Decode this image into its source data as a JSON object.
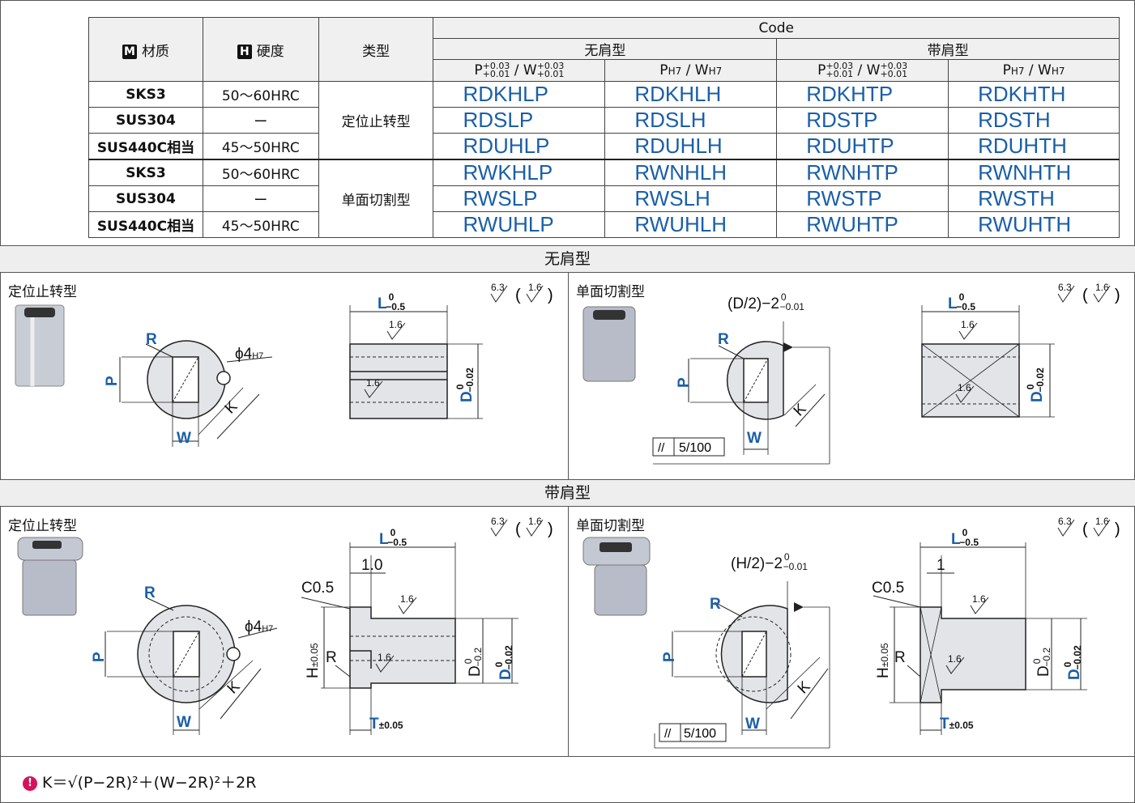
{
  "table": {
    "headers": {
      "material": "材质",
      "material_badge": "M",
      "hardness": "硬度",
      "hardness_badge": "H",
      "type": "类型",
      "code": "Code",
      "no_shoulder": "无肩型",
      "shoulder": "带肩型",
      "col_tol_a": "P / W",
      "col_tol_b": "PH7 / WH7"
    },
    "groups": [
      {
        "type": "定位止转型",
        "rows": [
          {
            "material": "SKS3",
            "hardness": "50～60HRC",
            "codes": [
              "RDKHLP",
              "RDKHLH",
              "RDKHTP",
              "RDKHTH"
            ]
          },
          {
            "material": "SUS304",
            "hardness": "ー",
            "codes": [
              "RDSLP",
              "RDSLH",
              "RDSTP",
              "RDSTH"
            ]
          },
          {
            "material": "SUS440C相当",
            "hardness": "45～50HRC",
            "codes": [
              "RDUHLP",
              "RDUHLH",
              "RDUHTP",
              "RDUHTH"
            ]
          }
        ]
      },
      {
        "type": "单面切割型",
        "rows": [
          {
            "material": "SKS3",
            "hardness": "50～60HRC",
            "codes": [
              "RWKHLP",
              "RWNHLH",
              "RWNHTP",
              "RWNHTH"
            ]
          },
          {
            "material": "SUS304",
            "hardness": "ー",
            "codes": [
              "RWSLP",
              "RWSLH",
              "RWSTP",
              "RWSTH"
            ]
          },
          {
            "material": "SUS440C相当",
            "hardness": "45～50HRC",
            "codes": [
              "RWUHLP",
              "RWUHLH",
              "RWUHTP",
              "RWUHTH"
            ]
          }
        ]
      }
    ]
  },
  "sections": {
    "no_shoulder_title": "无肩型",
    "shoulder_title": "带肩型",
    "positioning": "定位止转型",
    "single_cut": "单面切割型"
  },
  "dims": {
    "R": "R",
    "P": "P",
    "W": "W",
    "K": "K",
    "L": "L",
    "D": "D",
    "H": "H",
    "T": "T",
    "hole": "ϕ4H7",
    "d2": "(D/2)−2",
    "h2": "(H/2)−2",
    "parallel": "5/100",
    "c05": "C0.5",
    "one0": "1.0",
    "one": "1",
    "rough_main": "6.3",
    "rough_local": "1.6",
    "tol_h": "±0.05",
    "tol_t": "±0.05"
  },
  "formula": "K＝√(P−2R)²＋(W−2R)²＋2R",
  "colors": {
    "accent": "#1a5fa8",
    "bulb": "#d4145a"
  }
}
